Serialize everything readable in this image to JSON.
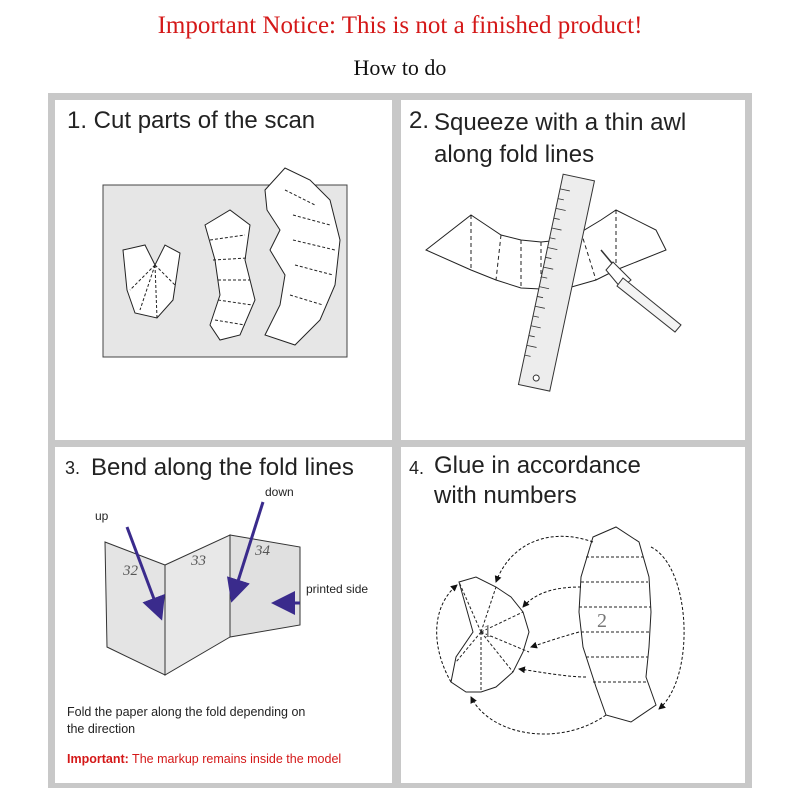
{
  "header": {
    "notice": "Important Notice: This is not a finished product!",
    "subtitle": "How to do"
  },
  "steps": [
    {
      "title": "1. Cut parts of the scan"
    },
    {
      "number": "2.",
      "line1": "Squeeze with a thin awl",
      "line2": "along fold lines"
    },
    {
      "number": "3.",
      "title": "Bend along the fold lines",
      "labels": {
        "up": "up",
        "down": "down",
        "printed": "printed side"
      },
      "page_numbers": [
        "32",
        "33",
        "34"
      ],
      "note_line1": "Fold the paper along the fold depending on",
      "note_line2": "the direction",
      "important_label": "Important:",
      "important_text": " The markup remains inside the model"
    },
    {
      "number": "4.",
      "line1": "Glue in accordance",
      "line2": "with numbers",
      "part_numbers": [
        "1",
        "2"
      ]
    }
  ],
  "colors": {
    "notice": "#d41818",
    "arrow": "#3a2b8c",
    "frame": "#c8c8c8",
    "paper": "#e6e6e6"
  }
}
